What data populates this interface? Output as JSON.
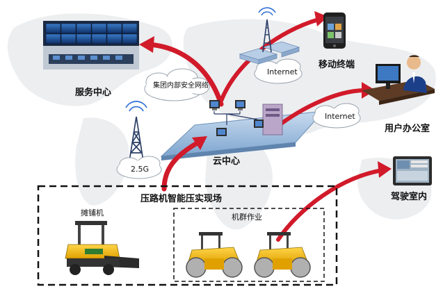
{
  "labels": {
    "service_center": "服务中心",
    "group_network": "集团内部安全网络",
    "internet_top": "Internet",
    "mobile_terminal": "移动终端",
    "internet_right": "Internet",
    "user_office": "用户办公室",
    "cloud_center": "云中心",
    "network_2_5g": "2.5G",
    "driver_cab": "驾驶室内",
    "site": "压路机智能压实现场",
    "paver": "摊铺机",
    "fleet_operation": "机群作业"
  },
  "colors": {
    "arrow": "#d11a2a",
    "map": "#eceef0",
    "platform": "#8fb3d6",
    "dashed_border": "#111111"
  }
}
